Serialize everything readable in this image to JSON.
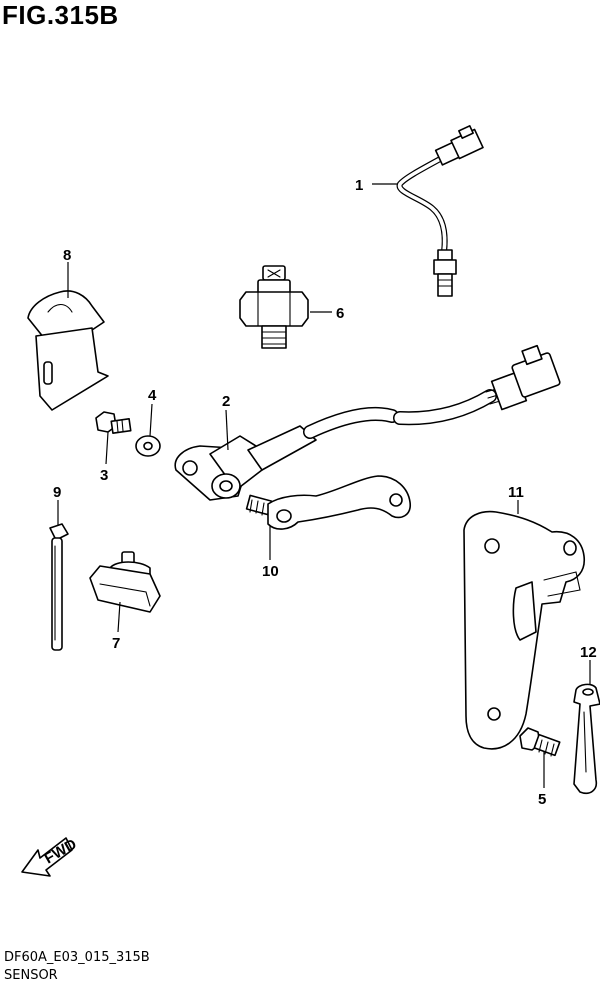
{
  "figure": {
    "title": "FIG.315B"
  },
  "footer": {
    "code": "DF60A_E03_015_315B",
    "name": "SENSOR"
  },
  "fwd_label": "FWD",
  "callouts": [
    {
      "id": "c1",
      "label": "1"
    },
    {
      "id": "c2",
      "label": "2"
    },
    {
      "id": "c3",
      "label": "3"
    },
    {
      "id": "c4",
      "label": "4"
    },
    {
      "id": "c5",
      "label": "5"
    },
    {
      "id": "c6",
      "label": "6"
    },
    {
      "id": "c7",
      "label": "7"
    },
    {
      "id": "c8",
      "label": "8"
    },
    {
      "id": "c9",
      "label": "9"
    },
    {
      "id": "c10",
      "label": "10"
    },
    {
      "id": "c11",
      "label": "11"
    },
    {
      "id": "c12",
      "label": "12"
    }
  ]
}
